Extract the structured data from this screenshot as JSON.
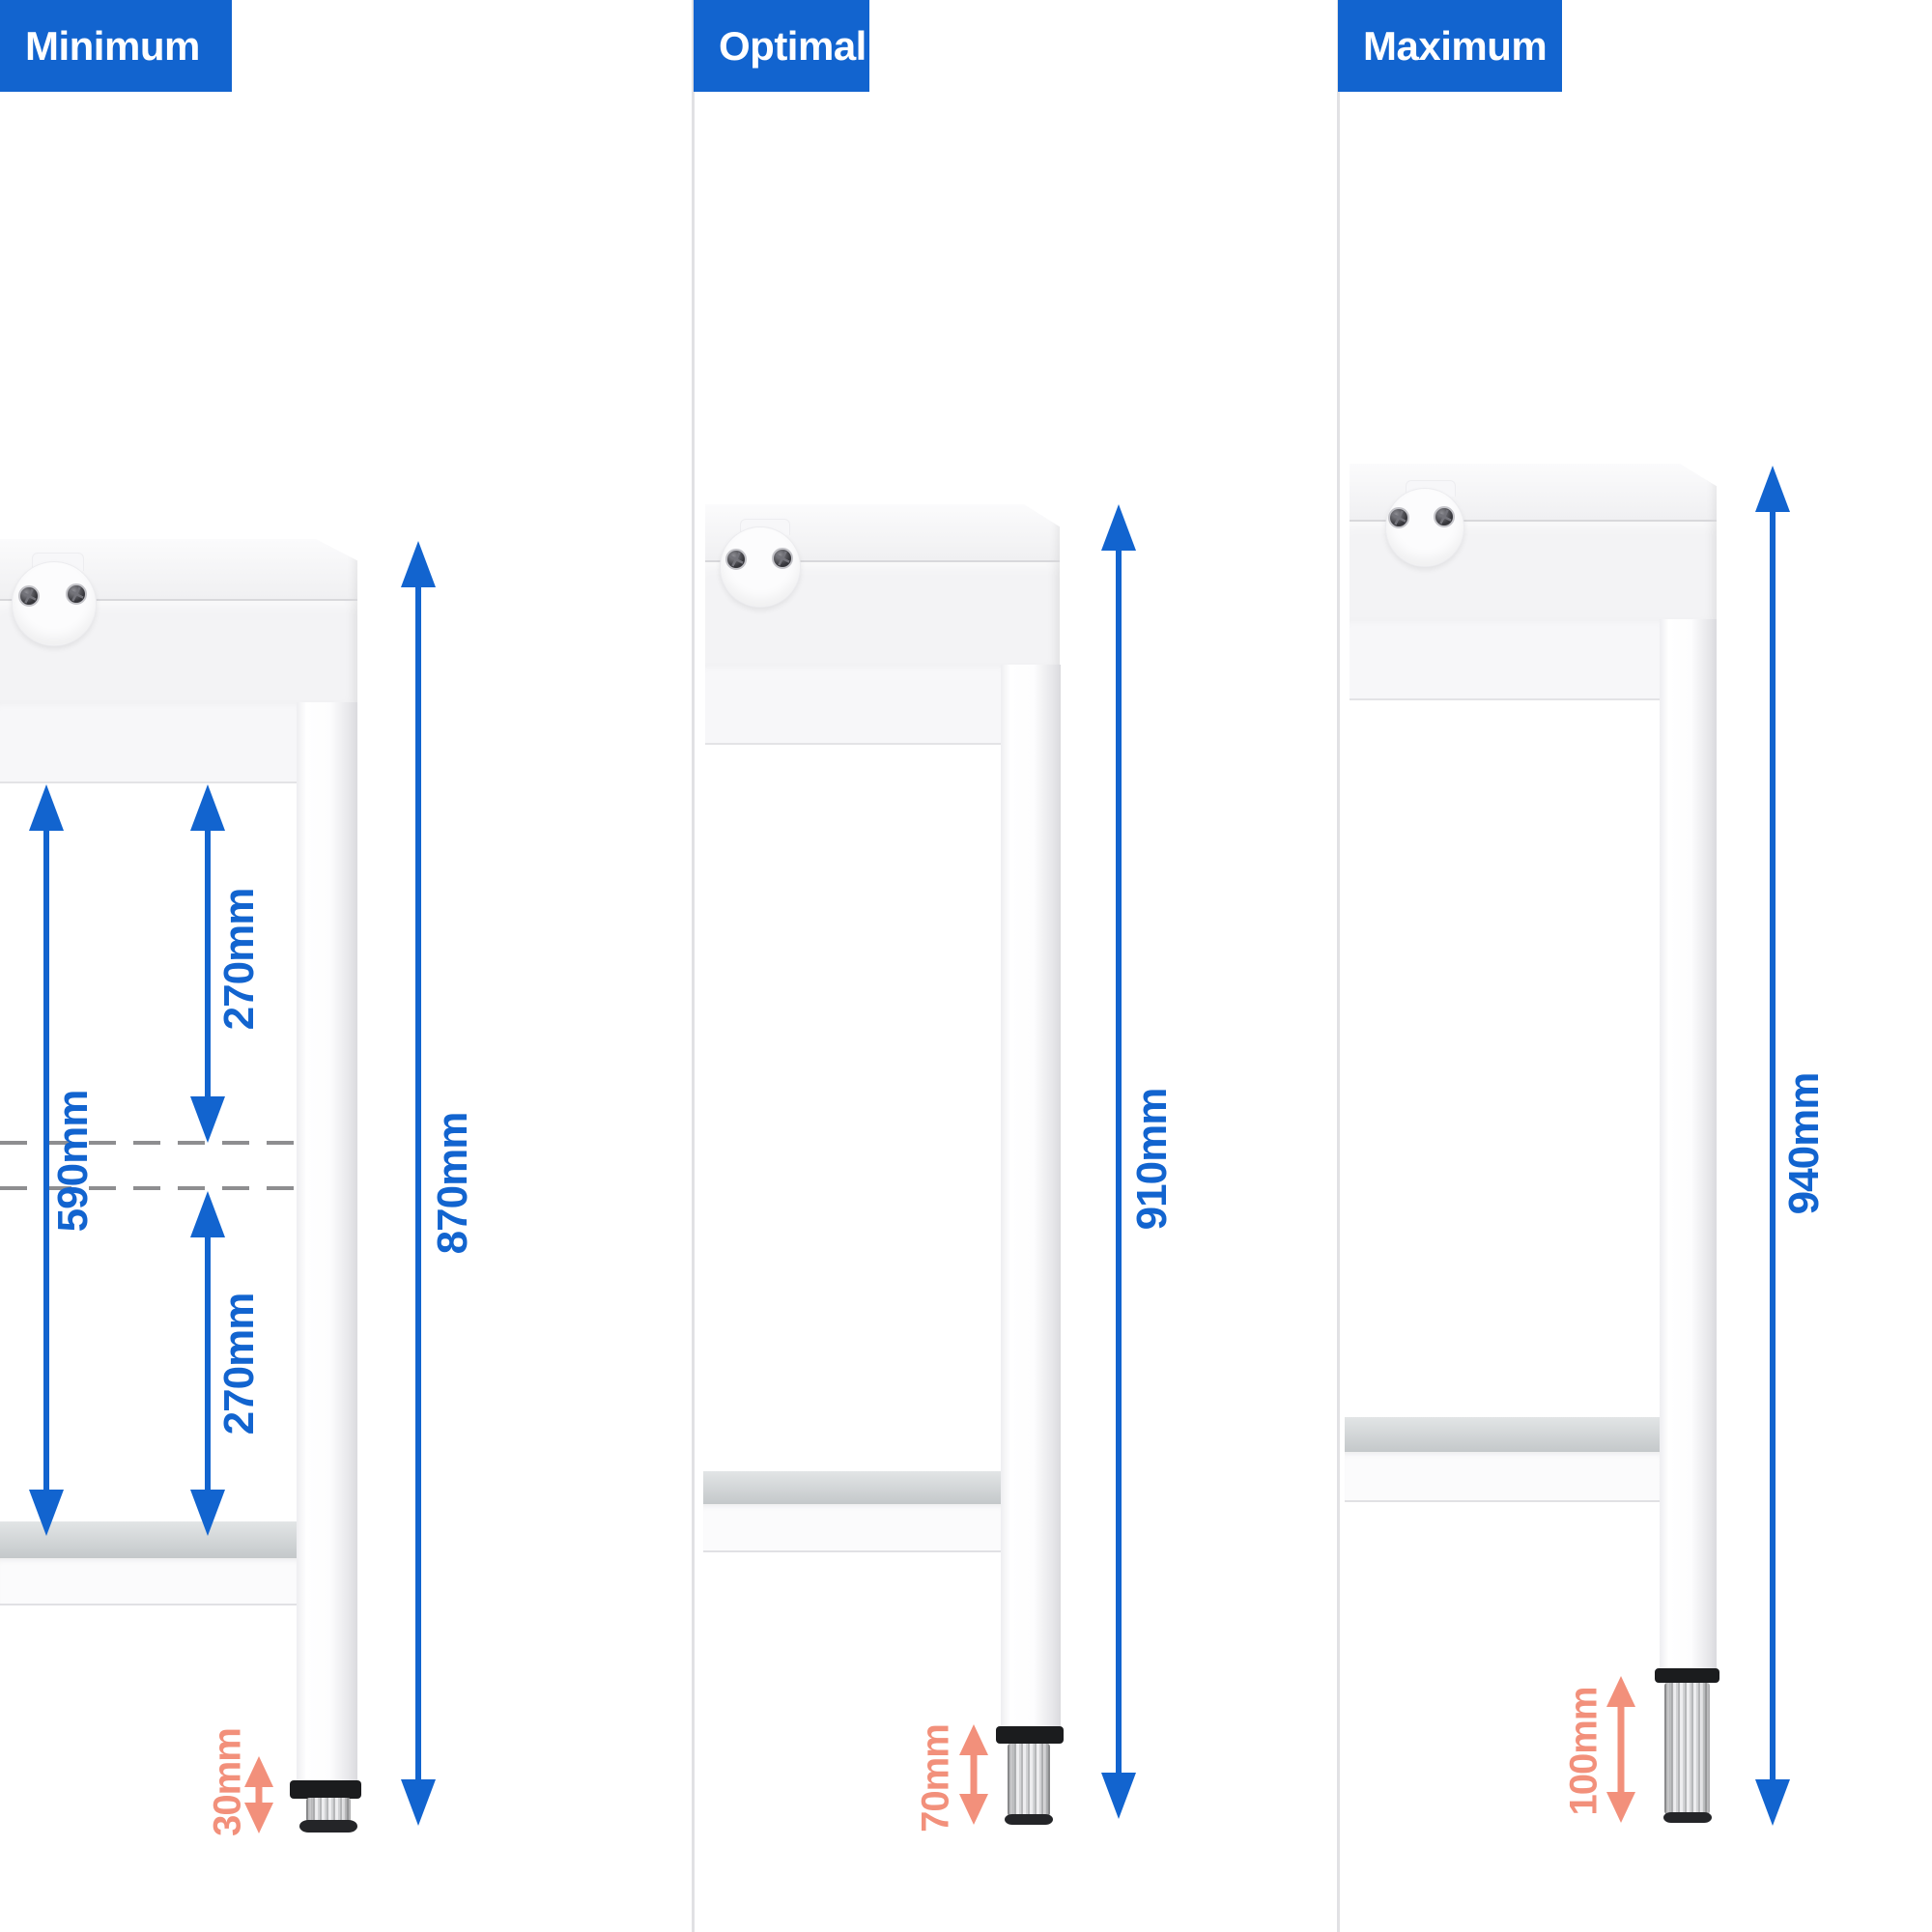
{
  "panels": [
    {
      "id": "minimum",
      "label": "Minimum",
      "dims": {
        "overall": "870mm",
        "foot": "30mm",
        "clearance_total": "590mm",
        "clearance_upper": "270mm",
        "clearance_lower": "270mm"
      }
    },
    {
      "id": "optimal",
      "label": "Optimal",
      "dims": {
        "overall": "910mm",
        "foot": "70mm"
      }
    },
    {
      "id": "maximum",
      "label": "Maximum",
      "dims": {
        "overall": "940mm",
        "foot": "100mm"
      }
    }
  ],
  "colors": {
    "accent_blue": "#1264cf",
    "accent_salmon": "#f2907b",
    "label_bg": "#1264cf",
    "label_text": "#ffffff"
  }
}
